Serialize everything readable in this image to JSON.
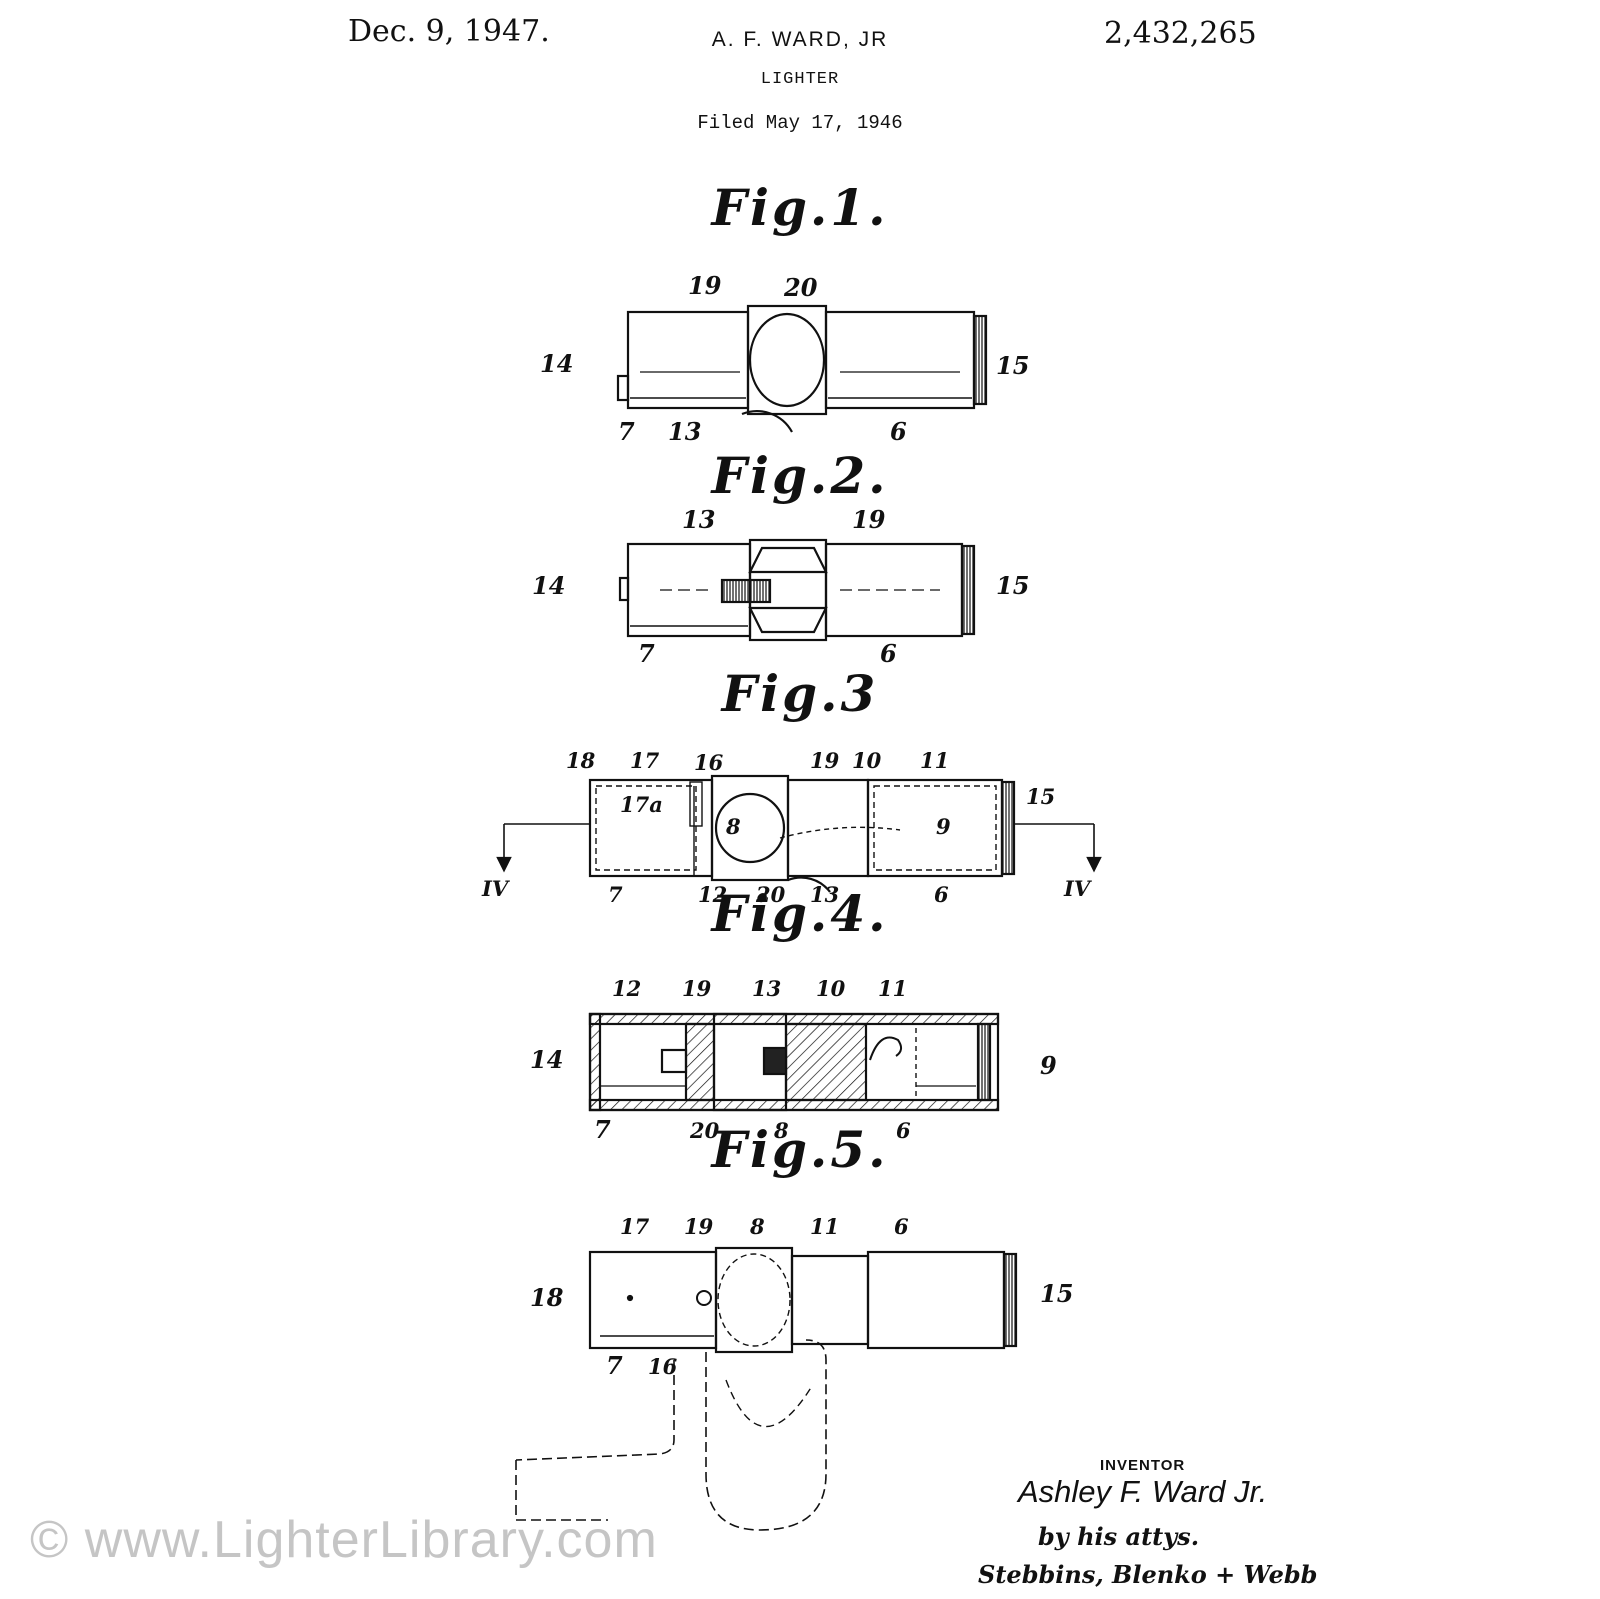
{
  "header": {
    "date": "Dec. 9, 1947.",
    "inventor": "A. F. WARD, JR",
    "patent_number": "2,432,265",
    "title": "LIGHTER",
    "filed": "Filed May 17, 1946"
  },
  "figures": {
    "fig1": {
      "title": "Fig.1.",
      "labels": [
        "19",
        "20",
        "14",
        "15",
        "7",
        "13",
        "6"
      ]
    },
    "fig2": {
      "title": "Fig.2.",
      "labels": [
        "13",
        "19",
        "14",
        "15",
        "7",
        "6"
      ]
    },
    "fig3": {
      "title": "Fig.3",
      "labels": [
        "18",
        "17",
        "16",
        "19",
        "10",
        "11",
        "17a",
        "8",
        "9",
        "15",
        "IV",
        "IV",
        "7",
        "12",
        "20",
        "13",
        "6"
      ]
    },
    "fig4": {
      "title": "Fig.4.",
      "labels": [
        "12",
        "19",
        "13",
        "10",
        "11",
        "14",
        "9",
        "7",
        "20",
        "8",
        "6"
      ]
    },
    "fig5": {
      "title": "Fig.5.",
      "labels": [
        "17",
        "19",
        "8",
        "11",
        "6",
        "18",
        "15",
        "7",
        "16"
      ]
    }
  },
  "inventor_block": {
    "label": "INVENTOR",
    "signature": "Ashley F. Ward Jr.",
    "attorneys_line1": "by his attys.",
    "attorneys_line2": "Stebbins, Blenko + Webb"
  },
  "watermark": "© www.LighterLibrary.com"
}
